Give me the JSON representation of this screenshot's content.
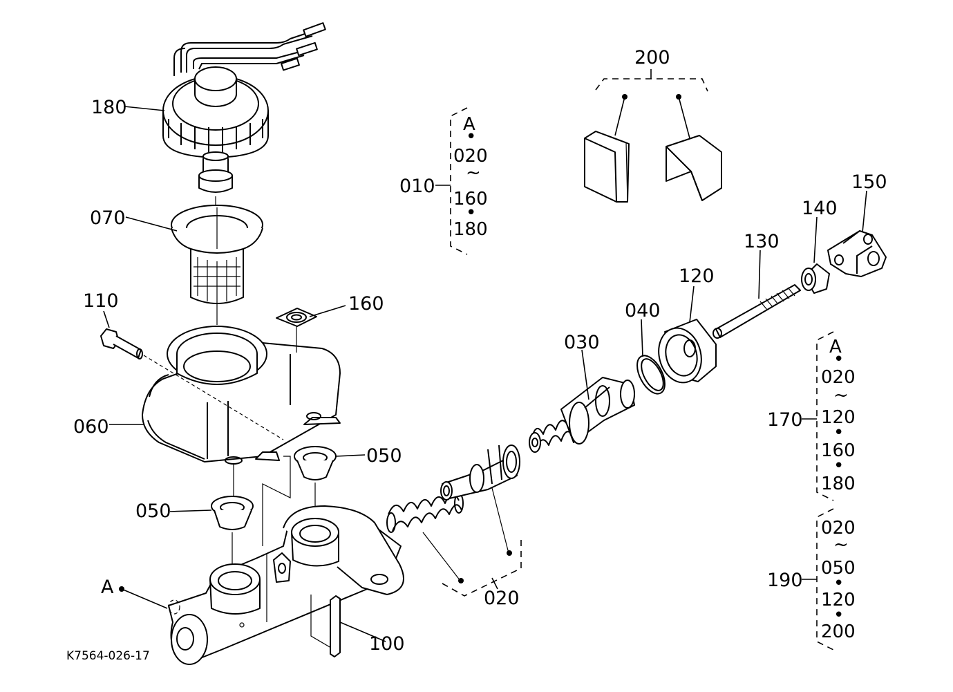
{
  "diagram": {
    "reference_code": "K7564-026-17",
    "parts": [
      {
        "id": "p180",
        "number": "180"
      },
      {
        "id": "p070",
        "number": "070"
      },
      {
        "id": "p110",
        "number": "110"
      },
      {
        "id": "p160",
        "number": "160"
      },
      {
        "id": "p060",
        "number": "060"
      },
      {
        "id": "p050a",
        "number": "050"
      },
      {
        "id": "p050b",
        "number": "050"
      },
      {
        "id": "p100",
        "number": "100"
      },
      {
        "id": "p020",
        "number": "020"
      },
      {
        "id": "p030",
        "number": "030"
      },
      {
        "id": "p040",
        "number": "040"
      },
      {
        "id": "p120",
        "number": "120"
      },
      {
        "id": "p130",
        "number": "130"
      },
      {
        "id": "p140",
        "number": "140"
      },
      {
        "id": "p150",
        "number": "150"
      },
      {
        "id": "p200",
        "number": "200"
      },
      {
        "id": "pA",
        "number": "A"
      }
    ],
    "groups": [
      {
        "id": "g010",
        "number": "010",
        "lines": [
          "A",
          "•",
          "020",
          "~",
          "160",
          "•",
          "180"
        ]
      },
      {
        "id": "g170",
        "number": "170",
        "lines": [
          "A",
          "•",
          "020",
          "~",
          "120",
          "•",
          "160",
          "•",
          "180"
        ]
      },
      {
        "id": "g190",
        "number": "190",
        "lines": [
          "020",
          "~",
          "050",
          "•",
          "120",
          "•",
          "200"
        ]
      }
    ]
  }
}
